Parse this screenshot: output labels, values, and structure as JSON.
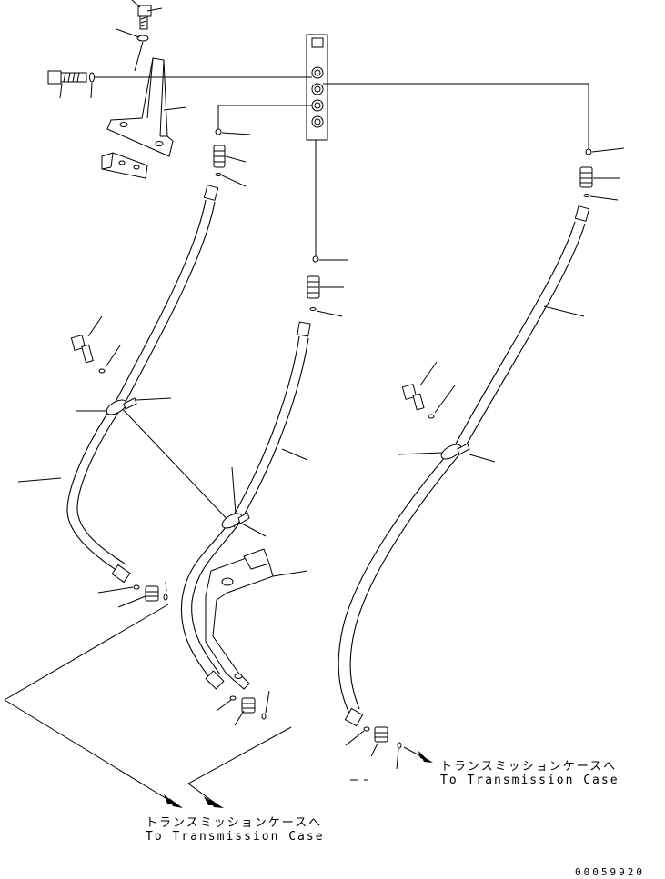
{
  "labels": {
    "right_ja": "トランスミッションケースへ",
    "right_en": "To Transmission Case",
    "bottom_ja": "トランスミッションケースへ",
    "bottom_en": "To Transmission Case"
  },
  "drawing_code": "00059920",
  "colors": {
    "line": "#000000",
    "background": "#ffffff"
  }
}
